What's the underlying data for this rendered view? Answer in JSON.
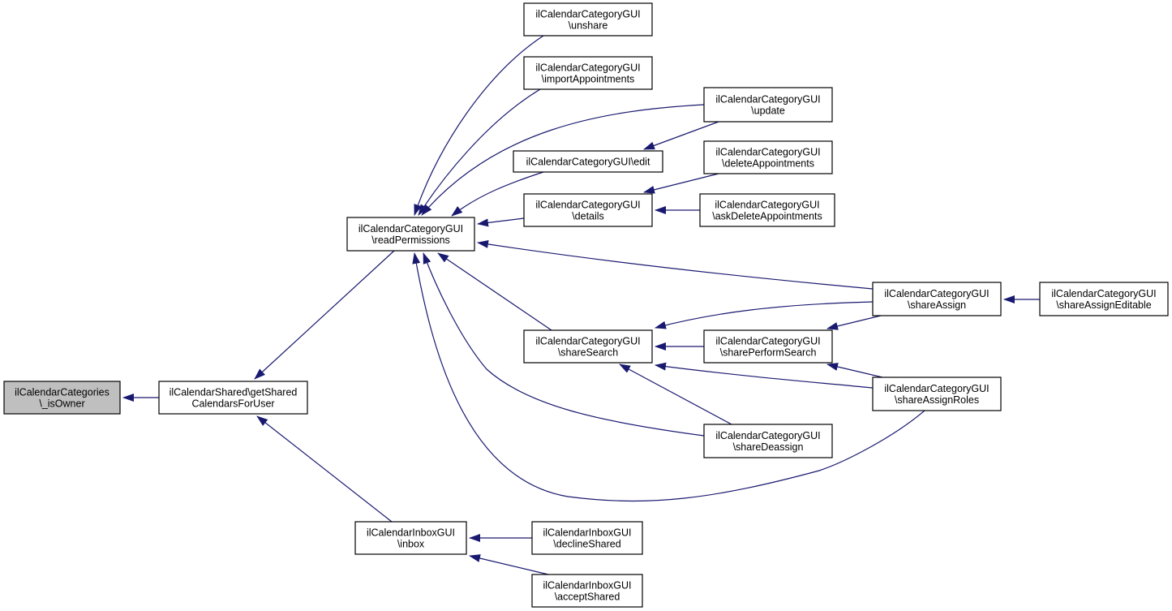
{
  "colors": {
    "edge": "#191970",
    "node_fill": "#ffffff",
    "focus_fill": "#bfbfbf",
    "node_border": "#000000"
  },
  "nodes": {
    "is_owner": {
      "lines": [
        "ilCalendarCategories",
        "\\_isOwner"
      ],
      "focus": true
    },
    "get_shared": {
      "lines": [
        "ilCalendarShared\\getShared",
        "CalendarsForUser"
      ]
    },
    "read_permissions": {
      "lines": [
        "ilCalendarCategoryGUI",
        "\\readPermissions"
      ]
    },
    "inbox": {
      "lines": [
        "ilCalendarInboxGUI",
        "\\inbox"
      ]
    },
    "unshare": {
      "lines": [
        "ilCalendarCategoryGUI",
        "\\unshare"
      ]
    },
    "import_appointments": {
      "lines": [
        "ilCalendarCategoryGUI",
        "\\importAppointments"
      ]
    },
    "edit": {
      "lines": [
        "ilCalendarCategoryGUI\\edit"
      ]
    },
    "details": {
      "lines": [
        "ilCalendarCategoryGUI",
        "\\details"
      ]
    },
    "share_search": {
      "lines": [
        "ilCalendarCategoryGUI",
        "\\shareSearch"
      ]
    },
    "update": {
      "lines": [
        "ilCalendarCategoryGUI",
        "\\update"
      ]
    },
    "delete_appointments": {
      "lines": [
        "ilCalendarCategoryGUI",
        "\\deleteAppointments"
      ]
    },
    "ask_delete_appointments": {
      "lines": [
        "ilCalendarCategoryGUI",
        "\\askDeleteAppointments"
      ]
    },
    "share_perform_search": {
      "lines": [
        "ilCalendarCategoryGUI",
        "\\sharePerformSearch"
      ]
    },
    "share_deassign": {
      "lines": [
        "ilCalendarCategoryGUI",
        "\\shareDeassign"
      ]
    },
    "share_assign": {
      "lines": [
        "ilCalendarCategoryGUI",
        "\\shareAssign"
      ]
    },
    "share_assign_roles": {
      "lines": [
        "ilCalendarCategoryGUI",
        "\\shareAssignRoles"
      ]
    },
    "share_assign_editable": {
      "lines": [
        "ilCalendarCategoryGUI",
        "\\shareAssignEditable"
      ]
    },
    "decline_shared": {
      "lines": [
        "ilCalendarInboxGUI",
        "\\declineShared"
      ]
    },
    "accept_shared": {
      "lines": [
        "ilCalendarInboxGUI",
        "\\acceptShared"
      ]
    }
  },
  "edges": [
    {
      "from": "get_shared",
      "to": "is_owner"
    },
    {
      "from": "read_permissions",
      "to": "get_shared"
    },
    {
      "from": "inbox",
      "to": "get_shared"
    },
    {
      "from": "unshare",
      "to": "read_permissions"
    },
    {
      "from": "import_appointments",
      "to": "read_permissions"
    },
    {
      "from": "update",
      "to": "read_permissions"
    },
    {
      "from": "edit",
      "to": "read_permissions"
    },
    {
      "from": "details",
      "to": "read_permissions"
    },
    {
      "from": "share_assign",
      "to": "read_permissions"
    },
    {
      "from": "share_search",
      "to": "read_permissions"
    },
    {
      "from": "share_deassign",
      "to": "read_permissions"
    },
    {
      "from": "share_assign_roles",
      "to": "read_permissions"
    },
    {
      "from": "update",
      "to": "edit"
    },
    {
      "from": "delete_appointments",
      "to": "details"
    },
    {
      "from": "ask_delete_appointments",
      "to": "details"
    },
    {
      "from": "share_assign",
      "to": "share_search"
    },
    {
      "from": "share_perform_search",
      "to": "share_search"
    },
    {
      "from": "share_assign_roles",
      "to": "share_search"
    },
    {
      "from": "share_deassign",
      "to": "share_search"
    },
    {
      "from": "share_assign",
      "to": "share_perform_search"
    },
    {
      "from": "share_assign_roles",
      "to": "share_perform_search"
    },
    {
      "from": "share_assign_editable",
      "to": "share_assign"
    },
    {
      "from": "decline_shared",
      "to": "inbox"
    },
    {
      "from": "accept_shared",
      "to": "inbox"
    }
  ]
}
